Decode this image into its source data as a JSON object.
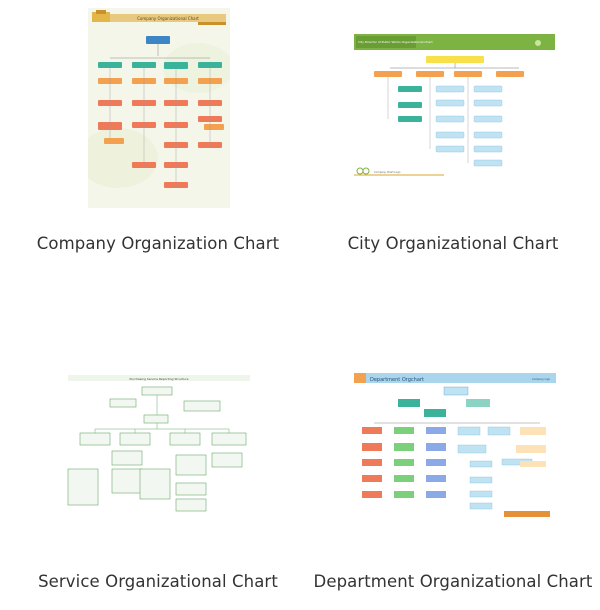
{
  "templates": [
    {
      "caption": "Company Organization Chart",
      "thumb_title": "Company Organizational Chart"
    },
    {
      "caption": "City Organizational Chart",
      "thumb_title": "City Director of Public Works Organizational Chart",
      "thumb_footer": "Company Chart Logo"
    },
    {
      "caption": "Service Organizational Chart",
      "thumb_title": "Purchasing Service Reporting Structure"
    },
    {
      "caption": "Department Organizational Chart",
      "thumb_title": "Department Orgchart",
      "thumb_tag": "Company logo"
    }
  ],
  "colors": {
    "caption_text": "#333333",
    "blue": "#3d86c6",
    "teal": "#3bb39b",
    "orange": "#f3a04f",
    "coral": "#ef7a5a",
    "green_bar": "#7cb342",
    "light_blue": "#bfe3f2",
    "dept_header": "#a9d6ec"
  }
}
